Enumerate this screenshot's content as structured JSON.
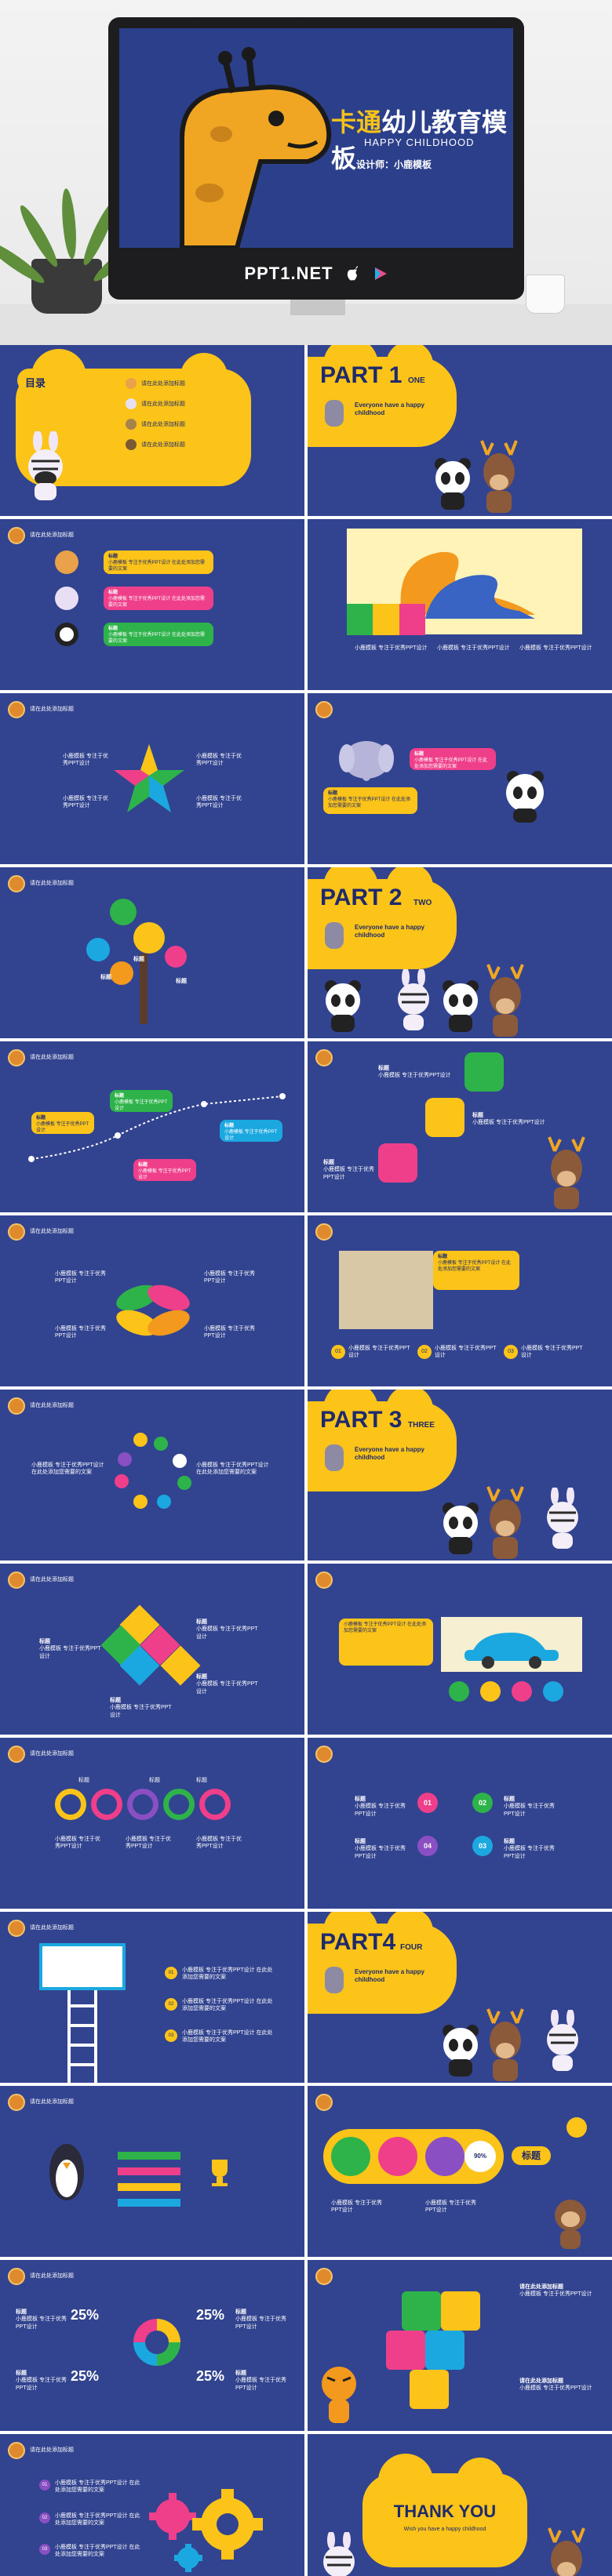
{
  "hero": {
    "title_accent": "卡通",
    "title_rest": "幼儿教育模板",
    "subtitle": "HAPPY CHILDHOOD",
    "designer": "设计师：小鹿模板",
    "brand": "PPT1.NET"
  },
  "colors": {
    "slide_bg": "#32438f",
    "yellow": "#fcc419",
    "pink": "#ef3e8a",
    "green": "#2eb34a",
    "cyan": "#1ba8e0",
    "purple": "#8a4fc2",
    "orange": "#f39a1e"
  },
  "toc": {
    "title": "目录",
    "items": [
      "请在此处添加标题",
      "请在此处添加标题",
      "请在此处添加标题",
      "请在此处添加标题"
    ]
  },
  "common": {
    "slide_tag": "请在此处添加标题",
    "heading": "标题",
    "body_short": "小鹿模板 专注于优秀PPT设计 在此处添加您需要的文案",
    "body_tiny": "小鹿模板 专注于优秀PPT设计",
    "happy": "Everyone have a happy childhood"
  },
  "parts": [
    {
      "title": "PART 1",
      "tag": "ONE"
    },
    {
      "title": "PART 2",
      "tag": "TWO"
    },
    {
      "title": "PART 3",
      "tag": "THREE"
    },
    {
      "title": "PART4",
      "tag": "FOUR"
    }
  ],
  "numbers": {
    "n01": "01",
    "n02": "02",
    "n03": "03",
    "n04": "04"
  },
  "progress": {
    "label": "标题",
    "value_text": "90%"
  },
  "percents": {
    "p1": "25%",
    "p2": "25%",
    "p3": "25%",
    "p4": "25%"
  },
  "thanks": {
    "title": "THANK YOU",
    "subtitle": "Wish you have a happy childhood"
  }
}
